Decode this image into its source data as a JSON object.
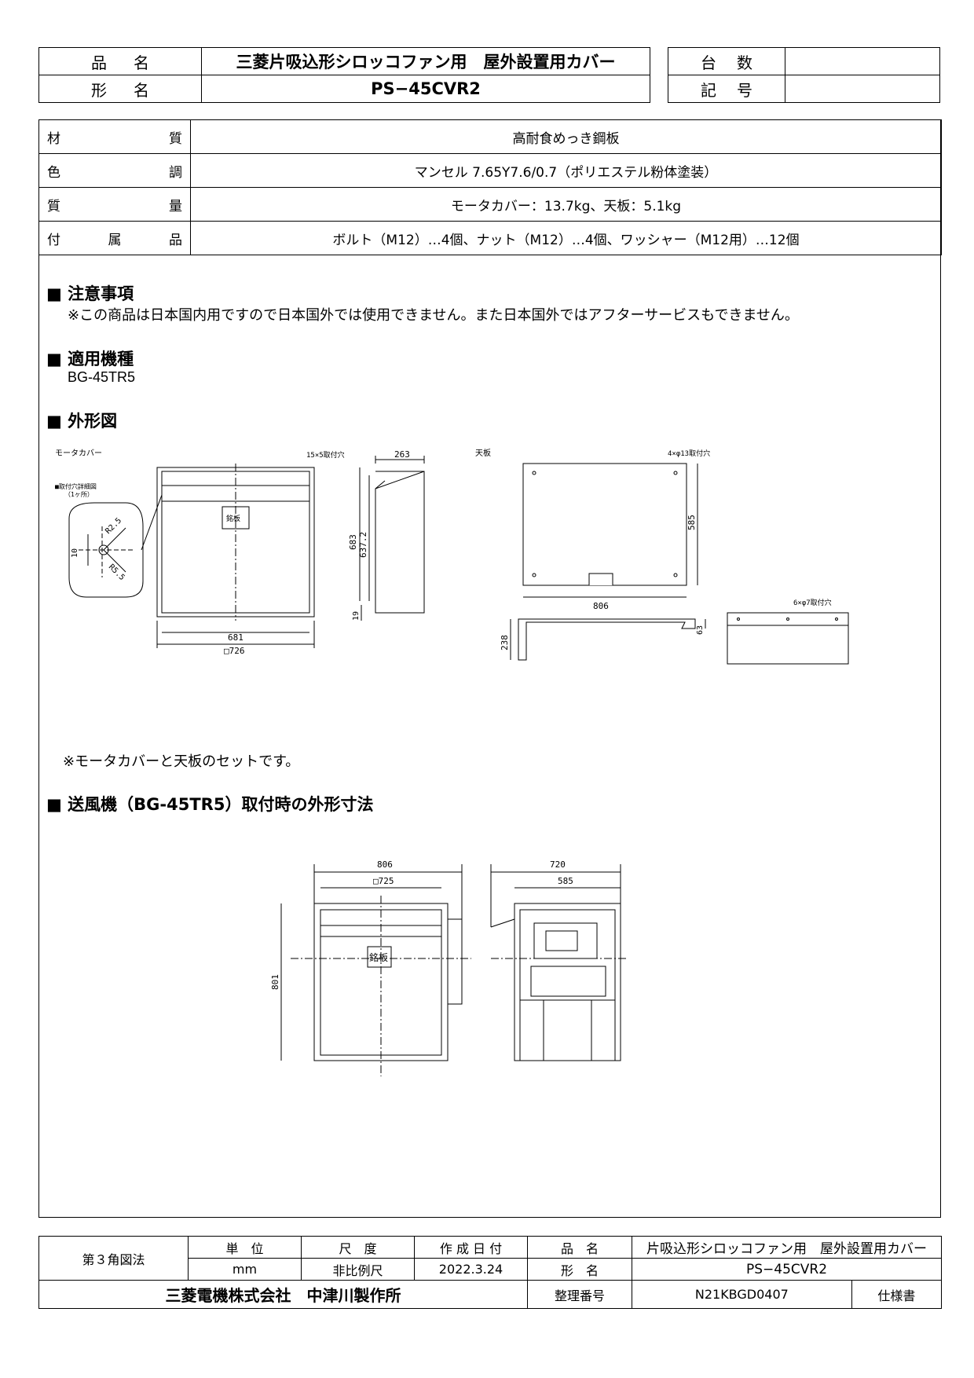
{
  "header": {
    "product_name_label": "品名",
    "product_name": "三菱片吸込形シロッコファン用　屋外設置用カバー",
    "model_label": "形名",
    "model": "PS−45CVR2",
    "quantity_label": "台数",
    "quantity": "",
    "symbol_label": "記号",
    "symbol": ""
  },
  "specs": [
    {
      "label": "材質",
      "chars": [
        "材",
        "質"
      ],
      "value": "高耐食めっき鋼板"
    },
    {
      "label": "色調",
      "chars": [
        "色",
        "調"
      ],
      "value": "マンセル 7.65Y7.6/0.7（ポリエステル粉体塗装）"
    },
    {
      "label": "質量",
      "chars": [
        "質",
        "量"
      ],
      "value": "モータカバー：13.7kg、天板：5.1kg"
    },
    {
      "label": "付属品",
      "chars": [
        "付",
        "属",
        "品"
      ],
      "value": "ボルト（M12）…4個、ナット（M12）…4個、ワッシャー（M12用）…12個"
    }
  ],
  "notes": {
    "title": "■ 注意事項",
    "body": "※この商品は日本国内用ですので日本国外では使用できません。また日本国外ではアフターサービスもできません。"
  },
  "applicable": {
    "title": "■ 適用機種",
    "model": "BG-45TR5"
  },
  "outline": {
    "title": "■ 外形図",
    "motor_cover_label": "モータカバー",
    "hole_detail_label": "■取付穴詳細図",
    "hole_detail_sub": "（1ヶ所）",
    "holes_15x5": "15×5取付穴",
    "dim_263": "263",
    "nameplate": "銘板",
    "dim_683": "683",
    "dim_637_2": "637.2",
    "dim_19": "19",
    "dim_681": "681",
    "dim_726": "□726",
    "dim_10": "10",
    "dim_r2_5": "R2.5",
    "dim_r5_5": "R5.5",
    "top_plate_label": "天板",
    "holes_4x13": "4×φ13取付穴",
    "dim_585": "585",
    "dim_806": "806",
    "dim_238": "238",
    "dim_63": "63",
    "holes_6x7": "6×φ7取付穴",
    "set_note": "※モータカバーと天板のセットです。"
  },
  "mounted": {
    "title": "■ 送風機（BG-45TR5）取付時の外形寸法",
    "dim_806": "806",
    "dim_725": "□725",
    "dim_801": "801",
    "nameplate": "銘板",
    "dim_720": "720",
    "dim_585": "585"
  },
  "footer": {
    "projection": "第３角図法",
    "unit_label": "単　位",
    "unit": "mm",
    "scale_label": "尺　度",
    "scale": "非比例尺",
    "date_label": "作 成 日 付",
    "date": "2022.3.24",
    "name_label": "品　名",
    "model_label": "形　名",
    "product_name": "片吸込形シロッコファン用　屋外設置用カバー",
    "model": "PS−45CVR2",
    "company": "三菱電機株式会社　中津川製作所",
    "ref_label": "整理番号",
    "ref": "N21KBGD0407",
    "doc_type": "仕様書"
  }
}
